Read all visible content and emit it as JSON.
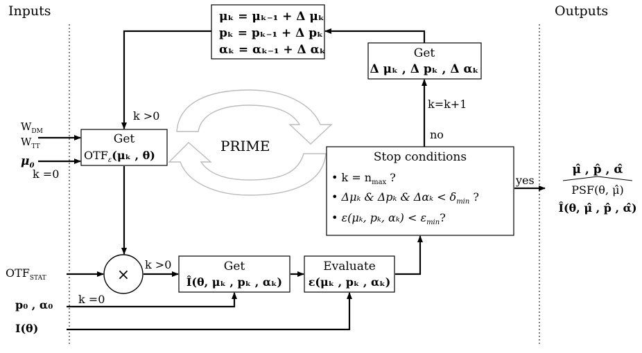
{
  "headings": {
    "inputs": "Inputs",
    "outputs": "Outputs"
  },
  "inputs": {
    "w_dm": "W",
    "w_dm_sub": "DM",
    "w_tt": "W",
    "w_tt_sub": "TT",
    "mu0": "μ",
    "mu0_sub": "0",
    "otf_stat": "OTF",
    "otf_stat_sub": "STAT",
    "p0_alpha0": "p₀ , α₀",
    "image": "I(θ)"
  },
  "boxes": {
    "update": {
      "line1": "μₖ = μₖ₋₁ + Δ μₖ",
      "line2": "pₖ = pₖ₋₁ + Δ pₖ",
      "line3": "αₖ = αₖ₋₁ + Δ αₖ"
    },
    "get_delta": {
      "title": "Get",
      "body": "Δ μₖ , Δ pₖ , Δ αₖ"
    },
    "get_otf": {
      "title": "Get",
      "body_prefix": "OTF",
      "body_sub": "ε",
      "body_suffix": "(μₖ , θ)"
    },
    "get_image": {
      "title": "Get",
      "body": "Î(θ, μₖ , pₖ , αₖ)"
    },
    "evaluate": {
      "title": "Evaluate",
      "body": "ε(μₖ , pₖ , αₖ)"
    },
    "stop": {
      "title": "Stop conditions",
      "cond1": "k = n",
      "cond1_sub": "max",
      "cond1_end": " ?",
      "cond2": "Δμₖ & Δpₖ & Δαₖ < δ",
      "cond2_sub": "min",
      "cond2_end": " ?",
      "cond3": "ε(μₖ, pₖ, αₖ) < ε",
      "cond3_sub": "min",
      "cond3_end": "?"
    }
  },
  "labels": {
    "prime": "PRIME",
    "multiply": "×",
    "k_gt0_top": "k >0",
    "k_eq0_left": "k =0",
    "k_gt0_mult": "k >0",
    "k_eq0_bottom": "k =0",
    "k_inc": "k=k+1",
    "no": "no",
    "yes": "yes"
  },
  "outputs": {
    "line1": "μ̂ , p̂ , α̂",
    "line2": "PSF(θ, μ̂)",
    "line3": "Î(θ, μ̂ , p̂ , α̂)"
  }
}
